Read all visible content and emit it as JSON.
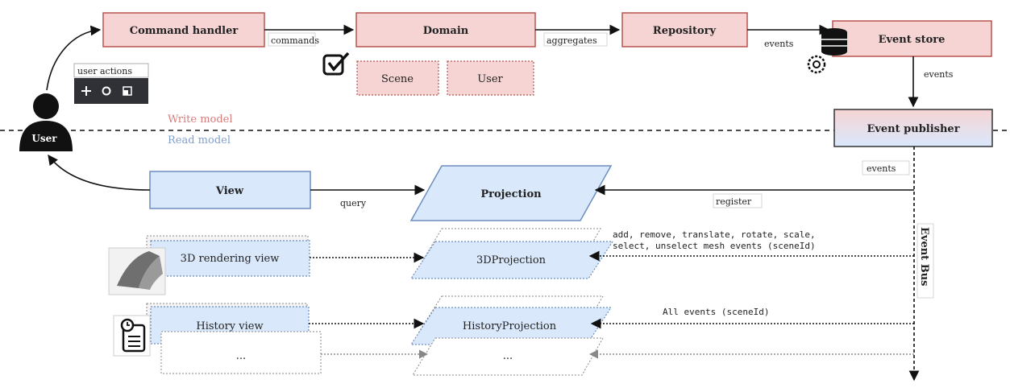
{
  "nodes": {
    "command_handler": "Command handler",
    "domain": "Domain",
    "scene": "Scene",
    "user_entity": "User",
    "repository": "Repository",
    "event_store": "Event store",
    "event_publisher": "Event publisher",
    "user": "User",
    "view": "View",
    "projection": "Projection",
    "rendering_view": "3D rendering view",
    "projection_3d": "3DProjection",
    "history_view": "History view",
    "history_projection": "HistoryProjection",
    "ellipsis_view": "...",
    "ellipsis_projection": "..."
  },
  "edge_labels": {
    "commands": "commands",
    "aggregates": "aggregates",
    "events_store": "events",
    "events_publisher": "events",
    "events_bus": "events",
    "user_actions": "user actions",
    "query": "query",
    "register": "register",
    "mesh_events_line1": "add, remove, translate, rotate, scale,",
    "mesh_events_line2": "select, unselect mesh events (sceneId)",
    "all_events": "All events (sceneId)",
    "event_bus": "Event Bus"
  },
  "zones": {
    "write_model": "Write model",
    "read_model": "Read model"
  },
  "colors": {
    "write_fill": "#f6d4d4",
    "write_stroke": "#b85450",
    "read_fill": "#dae8fc",
    "read_stroke": "#6c8ebf",
    "publisher_gradient_top": "#f6d4d4",
    "publisher_gradient_bottom": "#dae8fc"
  },
  "icons": [
    "checkbox-icon",
    "database-gear-icon",
    "move-icon",
    "rotate-icon",
    "scale-icon",
    "person-icon",
    "mesh-thumbnail-icon",
    "history-clipboard-icon"
  ]
}
